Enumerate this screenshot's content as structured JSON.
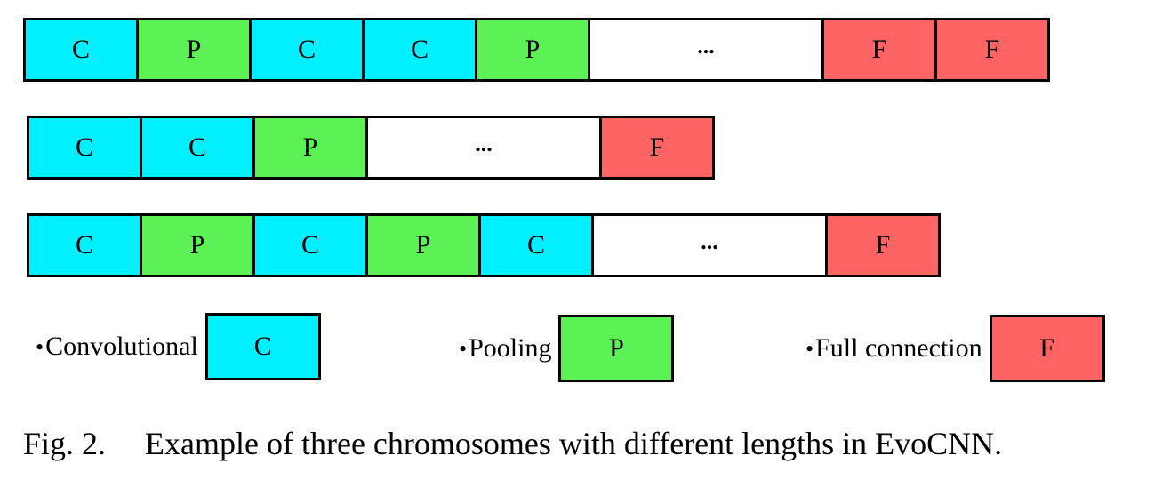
{
  "chromosomes": [
    [
      "C",
      "P",
      "C",
      "C",
      "P",
      "...",
      "F",
      "F"
    ],
    [
      "C",
      "C",
      "P",
      "...",
      "F"
    ],
    [
      "C",
      "P",
      "C",
      "P",
      "C",
      "...",
      "F"
    ]
  ],
  "legend": {
    "bullet": "•",
    "convolutional": {
      "label": "Convolutional",
      "symbol": "C"
    },
    "pooling": {
      "label": "Pooling",
      "symbol": "P"
    },
    "full_connection": {
      "label": "Full connection",
      "symbol": "F"
    }
  },
  "caption": {
    "number": "Fig. 2.",
    "text": "Example of three chromosomes with different lengths in EvoCNN."
  },
  "colors": {
    "convolutional": "#00f0ff",
    "pooling": "#5cf255",
    "full_connection": "#ff6464",
    "gap": "#ffffff"
  }
}
